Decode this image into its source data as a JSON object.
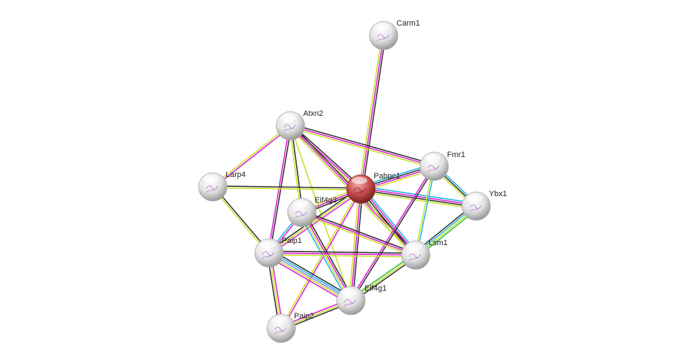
{
  "evidence_colors": {
    "coexpression": "#333333",
    "experiments": "#e020d6",
    "textmining": "#c6e22a",
    "databases": "#22b6e0",
    "homology": "#8c8cf2",
    "neighborhood": "#2fbf3f"
  },
  "nodes": [
    {
      "id": "Carm1",
      "label": "Carm1",
      "color": "#e8e8e8"
    },
    {
      "id": "Atxn2",
      "label": "Atxn2",
      "color": "#e8e8e8"
    },
    {
      "id": "Larp4",
      "label": "Larp4",
      "color": "#e8e8e8"
    },
    {
      "id": "Pabpc1",
      "label": "Pabpc1",
      "color": "#c84a4a"
    },
    {
      "id": "Fmr1",
      "label": "Fmr1",
      "color": "#e8e8e8"
    },
    {
      "id": "Ybx1",
      "label": "Ybx1",
      "color": "#e8e8e8"
    },
    {
      "id": "Eif4g3",
      "label": "Eif4g3",
      "color": "#e8e8e8"
    },
    {
      "id": "Paip1",
      "label": "Paip1",
      "color": "#e8e8e8"
    },
    {
      "id": "Lsm1",
      "label": "Lsm1",
      "color": "#e8e8e8"
    },
    {
      "id": "Eif4g1",
      "label": "Eif4g1",
      "color": "#e8e8e8"
    },
    {
      "id": "Paip2",
      "label": "Paip2",
      "color": "#e8e8e8"
    }
  ],
  "edges": [
    {
      "source": "Carm1",
      "target": "Pabpc1",
      "evidence": [
        "coexpression",
        "experiments",
        "textmining"
      ]
    },
    {
      "source": "Atxn2",
      "target": "Pabpc1",
      "evidence": [
        "coexpression",
        "experiments",
        "textmining"
      ]
    },
    {
      "source": "Atxn2",
      "target": "Larp4",
      "evidence": [
        "experiments",
        "textmining"
      ]
    },
    {
      "source": "Atxn2",
      "target": "Fmr1",
      "evidence": [
        "coexpression",
        "experiments",
        "textmining"
      ]
    },
    {
      "source": "Atxn2",
      "target": "Eif4g3",
      "evidence": [
        "coexpression",
        "textmining"
      ]
    },
    {
      "source": "Atxn2",
      "target": "Paip1",
      "evidence": [
        "coexpression",
        "experiments"
      ]
    },
    {
      "source": "Atxn2",
      "target": "Lsm1",
      "evidence": [
        "coexpression",
        "experiments",
        "textmining"
      ]
    },
    {
      "source": "Atxn2",
      "target": "Eif4g1",
      "evidence": [
        "textmining"
      ]
    },
    {
      "source": "Larp4",
      "target": "Pabpc1",
      "evidence": [
        "coexpression",
        "textmining"
      ]
    },
    {
      "source": "Larp4",
      "target": "Paip1",
      "evidence": [
        "coexpression",
        "textmining"
      ]
    },
    {
      "source": "Pabpc1",
      "target": "Fmr1",
      "evidence": [
        "databases",
        "coexpression",
        "experiments",
        "textmining"
      ]
    },
    {
      "source": "Pabpc1",
      "target": "Ybx1",
      "evidence": [
        "databases",
        "experiments",
        "coexpression",
        "textmining"
      ]
    },
    {
      "source": "Pabpc1",
      "target": "Eif4g3",
      "evidence": [
        "coexpression",
        "experiments",
        "textmining"
      ]
    },
    {
      "source": "Pabpc1",
      "target": "Paip1",
      "evidence": [
        "experiments",
        "textmining",
        "coexpression"
      ]
    },
    {
      "source": "Pabpc1",
      "target": "Lsm1",
      "evidence": [
        "databases",
        "experiments",
        "coexpression",
        "textmining"
      ]
    },
    {
      "source": "Pabpc1",
      "target": "Eif4g1",
      "evidence": [
        "coexpression",
        "experiments",
        "textmining"
      ]
    },
    {
      "source": "Pabpc1",
      "target": "Paip2",
      "evidence": [
        "experiments",
        "textmining"
      ]
    },
    {
      "source": "Fmr1",
      "target": "Ybx1",
      "evidence": [
        "databases",
        "coexpression",
        "textmining"
      ]
    },
    {
      "source": "Fmr1",
      "target": "Lsm1",
      "evidence": [
        "databases",
        "textmining"
      ]
    },
    {
      "source": "Fmr1",
      "target": "Eif4g1",
      "evidence": [
        "coexpression",
        "experiments"
      ]
    },
    {
      "source": "Ybx1",
      "target": "Lsm1",
      "evidence": [
        "neighborhood",
        "textmining",
        "databases",
        "coexpression"
      ]
    },
    {
      "source": "Eif4g3",
      "target": "Lsm1",
      "evidence": [
        "coexpression",
        "experiments",
        "textmining"
      ]
    },
    {
      "source": "Eif4g3",
      "target": "Eif4g1",
      "evidence": [
        "coexpression",
        "experiments",
        "textmining",
        "databases"
      ]
    },
    {
      "source": "Eif4g3",
      "target": "Paip1",
      "evidence": [
        "experiments",
        "databases"
      ]
    },
    {
      "source": "Paip1",
      "target": "Lsm1",
      "evidence": [
        "coexpression",
        "experiments",
        "textmining"
      ]
    },
    {
      "source": "Paip1",
      "target": "Eif4g1",
      "evidence": [
        "coexpression",
        "databases",
        "homology",
        "textmining",
        "experiments"
      ]
    },
    {
      "source": "Paip1",
      "target": "Paip2",
      "evidence": [
        "experiments",
        "textmining",
        "coexpression"
      ]
    },
    {
      "source": "Paip2",
      "target": "Eif4g1",
      "evidence": [
        "experiments",
        "textmining",
        "coexpression"
      ]
    },
    {
      "source": "Lsm1",
      "target": "Eif4g1",
      "evidence": [
        "coexpression",
        "textmining",
        "neighborhood"
      ]
    }
  ]
}
